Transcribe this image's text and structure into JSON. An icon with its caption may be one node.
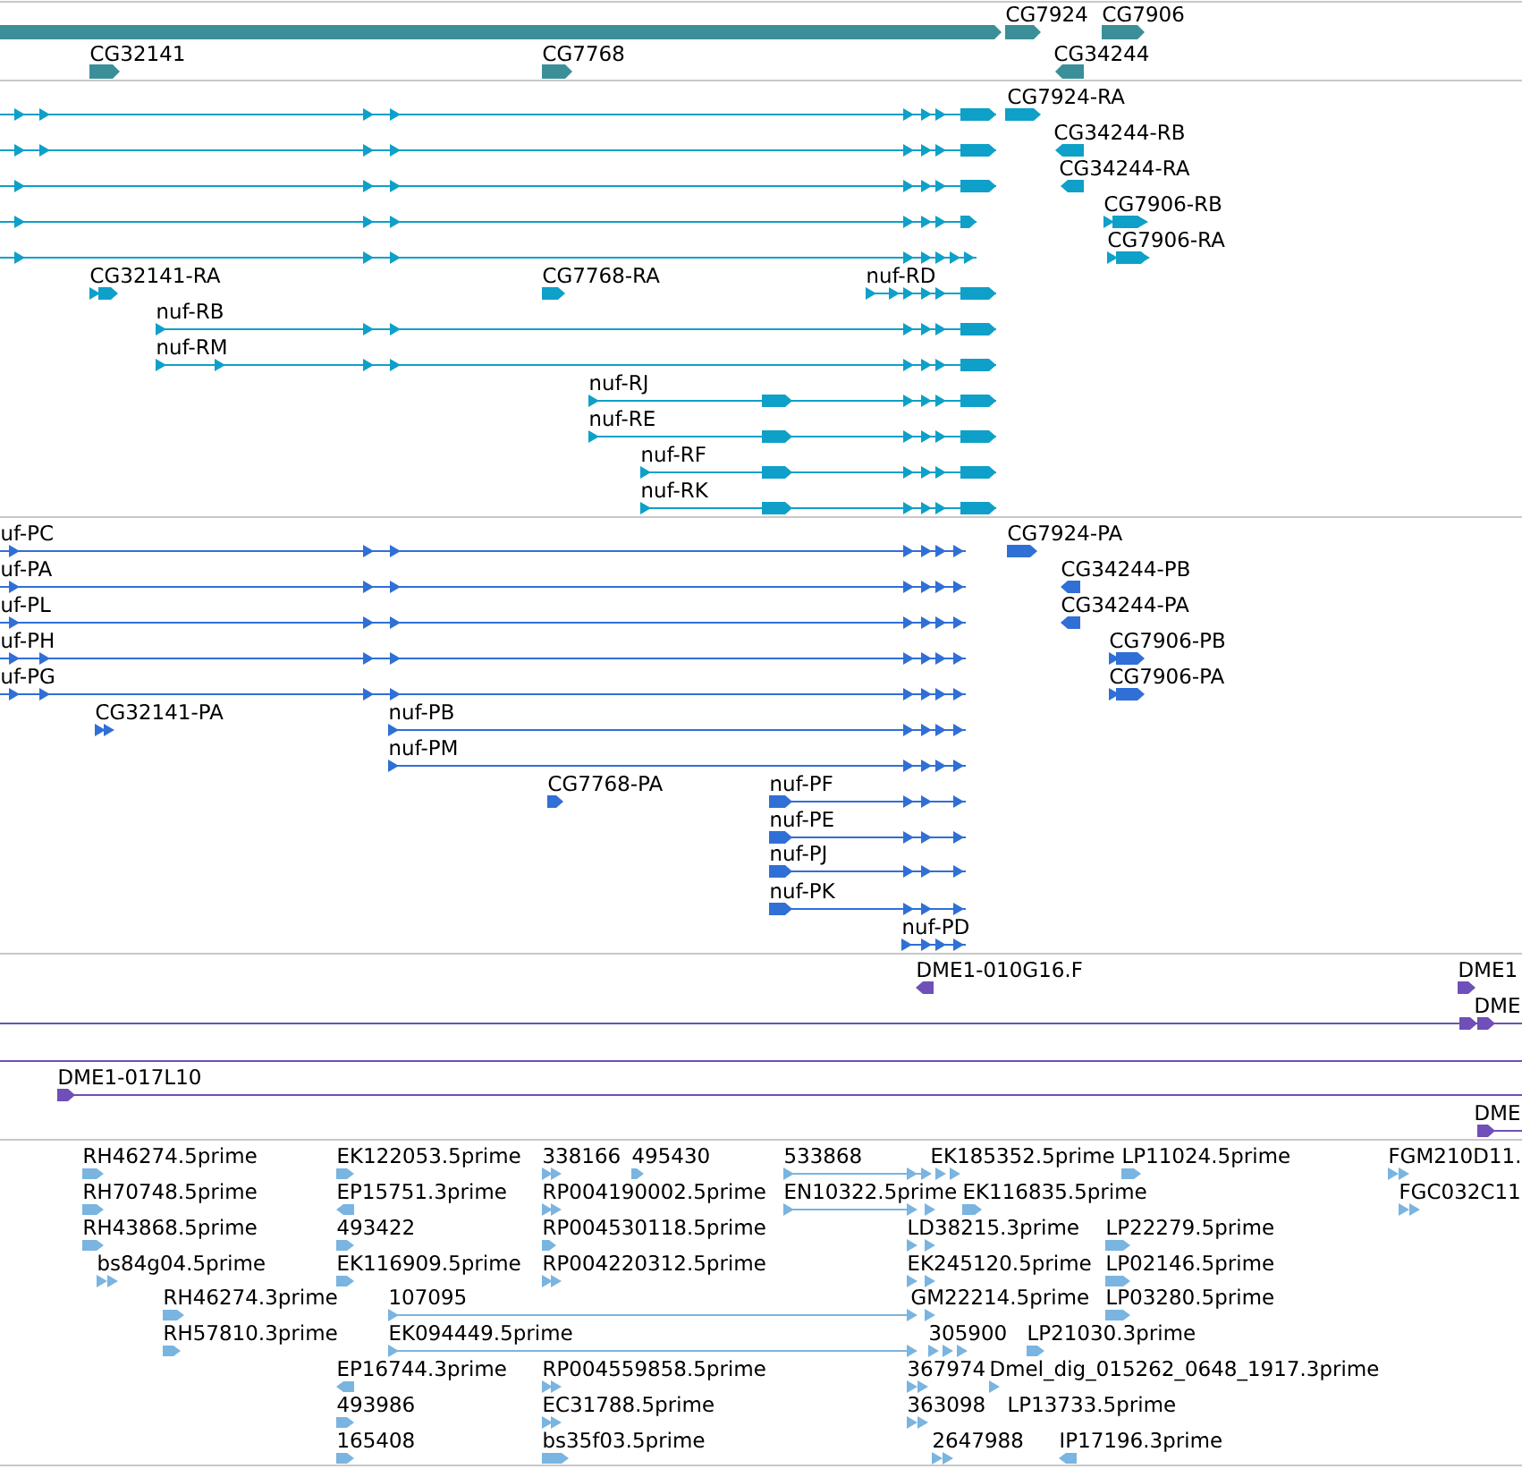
{
  "diagram": {
    "labels": [
      "CG7924",
      "CG7906",
      "CG32141",
      "CG7768",
      "CG34244",
      "CG7924-RA",
      "CG34244-RB",
      "CG34244-RA",
      "CG7906-RB",
      "CG7906-RA",
      "CG32141-RA",
      "CG7768-RA",
      "nuf-RD",
      "nuf-RB",
      "nuf-RM",
      "nuf-RJ",
      "nuf-RE",
      "nuf-RF",
      "nuf-RK",
      "uf-PC",
      "CG7924-PA",
      "uf-PA",
      "CG34244-PB",
      "uf-PL",
      "CG34244-PA",
      "uf-PH",
      "CG7906-PB",
      "uf-PG",
      "CG7906-PA",
      "CG32141-PA",
      "nuf-PB",
      "nuf-PM",
      "CG7768-PA",
      "nuf-PF",
      "nuf-PE",
      "nuf-PJ",
      "nuf-PK",
      "nuf-PD",
      "DME1-010G16.F",
      "DME1",
      "DME",
      "DME1-017L10",
      "DME",
      "RH46274.5prime",
      "EK122053.5prime",
      "338166",
      "495430",
      "533868",
      "EK185352.5prime",
      "LP11024.5prime",
      "FGM210D11.",
      "RH70748.5prime",
      "EP15751.3prime",
      "RP004190002.5prime",
      "EN10322.5prime",
      "EK116835.5prime",
      "FGC032C11",
      "RH43868.5prime",
      "493422",
      "RP004530118.5prime",
      "LD38215.3prime",
      "LP22279.5prime",
      "bs84g04.5prime",
      "EK116909.5prime",
      "RP004220312.5prime",
      "EK245120.5prime",
      "LP02146.5prime",
      "RH46274.3prime",
      "107095",
      "GM22214.5prime",
      "LP03280.5prime",
      "RH57810.3prime",
      "EK094449.5prime",
      "305900",
      "LP21030.3prime",
      "EP16744.3prime",
      "RP004559858.5prime",
      "367974",
      "Dmel_dig_015262_0648_1917.3prime",
      "493986",
      "EC31788.5prime",
      "363098",
      "LP13733.5prime",
      "165408",
      "bs35f03.5prime",
      "2647988",
      "IP17196.3prime"
    ]
  }
}
